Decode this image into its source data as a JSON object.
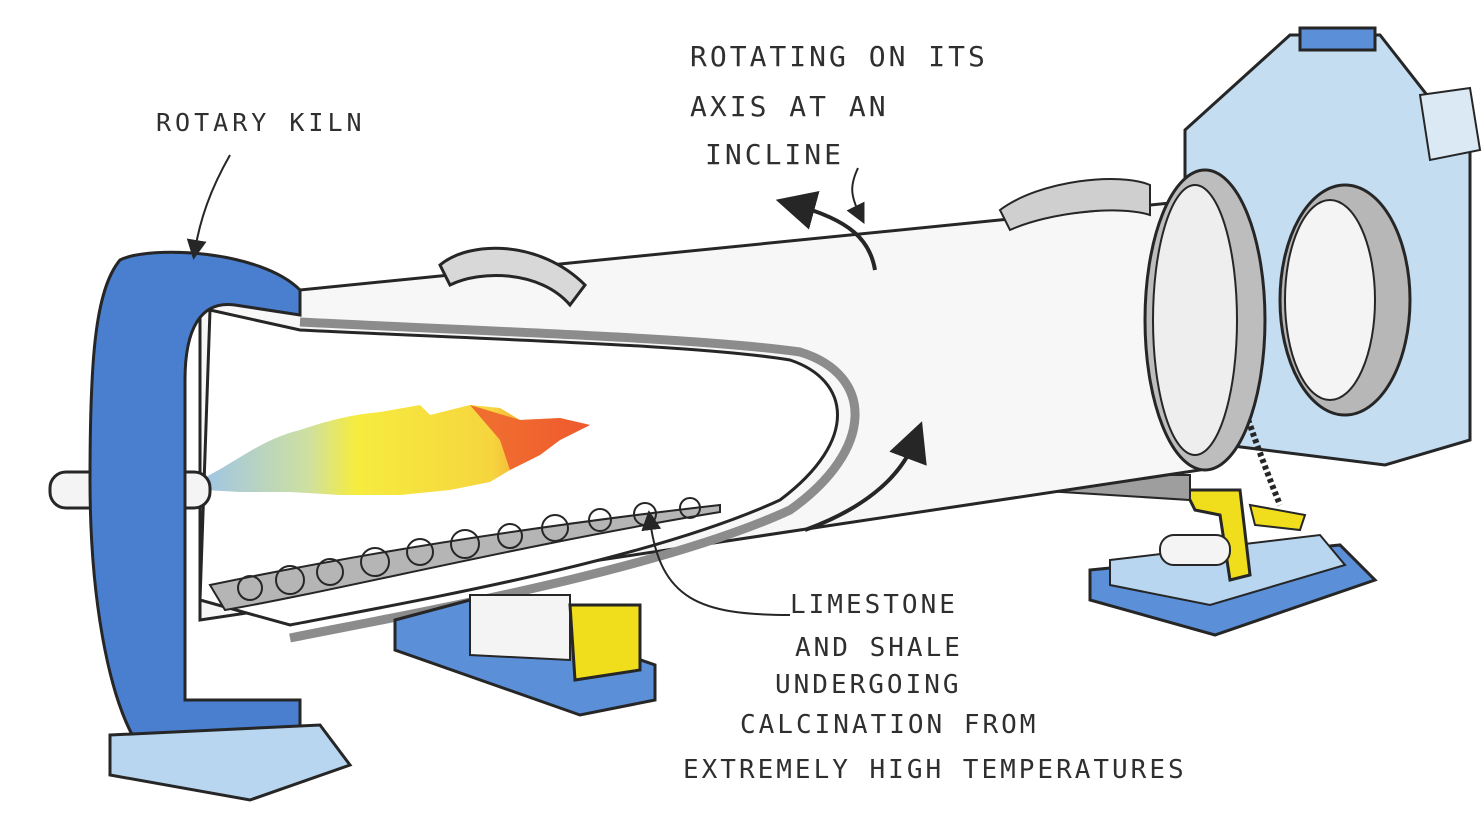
{
  "labels": {
    "rotary_kiln": "Rotary Kiln",
    "rotating": [
      "Rotating on its",
      "axis at an",
      "incline"
    ],
    "material": [
      "Limestone",
      "and shale",
      "undergoing",
      "calcination from",
      "extremely high temperatures"
    ]
  },
  "colors": {
    "stand_blue": "#4a7fd0",
    "hood_blue": "#b8d6ef",
    "support_yellow": "#f0de1c",
    "flame_yellow": "#f6ec3e",
    "flame_red": "#ef5a2e",
    "flame_blue": "#9ec4e8",
    "outline": "#262626"
  }
}
